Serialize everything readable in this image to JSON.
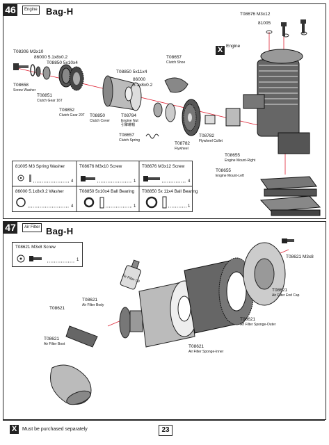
{
  "step46": {
    "number": "46",
    "tag": "Engine",
    "bag": "Bag-H",
    "must_buy_mark": "X",
    "engine_label": "Engine",
    "callouts": {
      "t08676_top": "T08676 M3x12",
      "c81005_top": "81005",
      "t08306": "T08306 M3x10",
      "c86000a": "86000 5.1x8x0.2",
      "t08850a": "T08850 5x10x4",
      "t08657a": "T08657",
      "t08657a_sub": "Clutch Shoe",
      "t08850b": "T08850 5x11x4",
      "c86000b_1": "86000",
      "c86000b_2": "5.1x8x0.2",
      "t08658": "T08658",
      "t08658_sub": "Screw Washer",
      "t08851": "T08851",
      "t08851_sub": "Clutch Gear 16T",
      "t08852": "T08852",
      "t08852_sub": "Clutch Gear 20T",
      "t08850c": "T08850",
      "t08850c_sub": "Clutch Cover",
      "t08784": "T08784",
      "t08784_sub1": "Engine Nut",
      "t08784_sub2": "引擎螺帽",
      "t08657b": "T08657",
      "t08657b_sub": "Clutch Spring",
      "t08782a": "T08782",
      "t08782a_sub": "Flywheel",
      "t08782b": "T08782",
      "t08782b_sub": "Flywheel Collet",
      "t08655a": "T08655",
      "t08655a_sub": "Engine Mount-Right",
      "t08655b": "T08655",
      "t08655b_sub": "Engine Mount-Left"
    },
    "parts": [
      {
        "label": "81005  M3 Spring Washer",
        "qty": "4"
      },
      {
        "label": "T08676 M3x10 Screw",
        "qty": "1"
      },
      {
        "label": "T08676 M3x12 Screw",
        "qty": "4"
      },
      {
        "label": "86000  5.1x8x0.2 Washer",
        "qty": "4"
      },
      {
        "label": "T08850 5x10x4 Ball Bearing",
        "qty": "1"
      },
      {
        "label": "T08850 5x 11x4 Ball Bearing",
        "qty": "1"
      }
    ]
  },
  "step47": {
    "number": "47",
    "tag": "Air Filter",
    "bag": "Bag-H",
    "parts": [
      {
        "label": "T08621  M3x8 Screw",
        "qty": "1"
      }
    ],
    "callouts": {
      "bottle": "Air Filter Oil",
      "t08621_screw": "T08621 M3x8",
      "t08621_body": "T08621",
      "t08621_body_sub": "Air Filter Body",
      "t08621_left": "T08621",
      "t08621_cap": "T08621",
      "t08621_cap_sub": "Air Filter End Cap",
      "t08621_outer": "T08621",
      "t08621_outer_sub": "Air Filter Sponge-Outer",
      "t08621_inner": "T08621",
      "t08621_inner_sub": "Air Filter Sponge-Inner",
      "t08621_boot": "T08621",
      "t08621_boot_sub": "Air Filter Boot"
    }
  },
  "footer": {
    "mark": "X",
    "note": "Must be purchased separately",
    "page": "23"
  }
}
